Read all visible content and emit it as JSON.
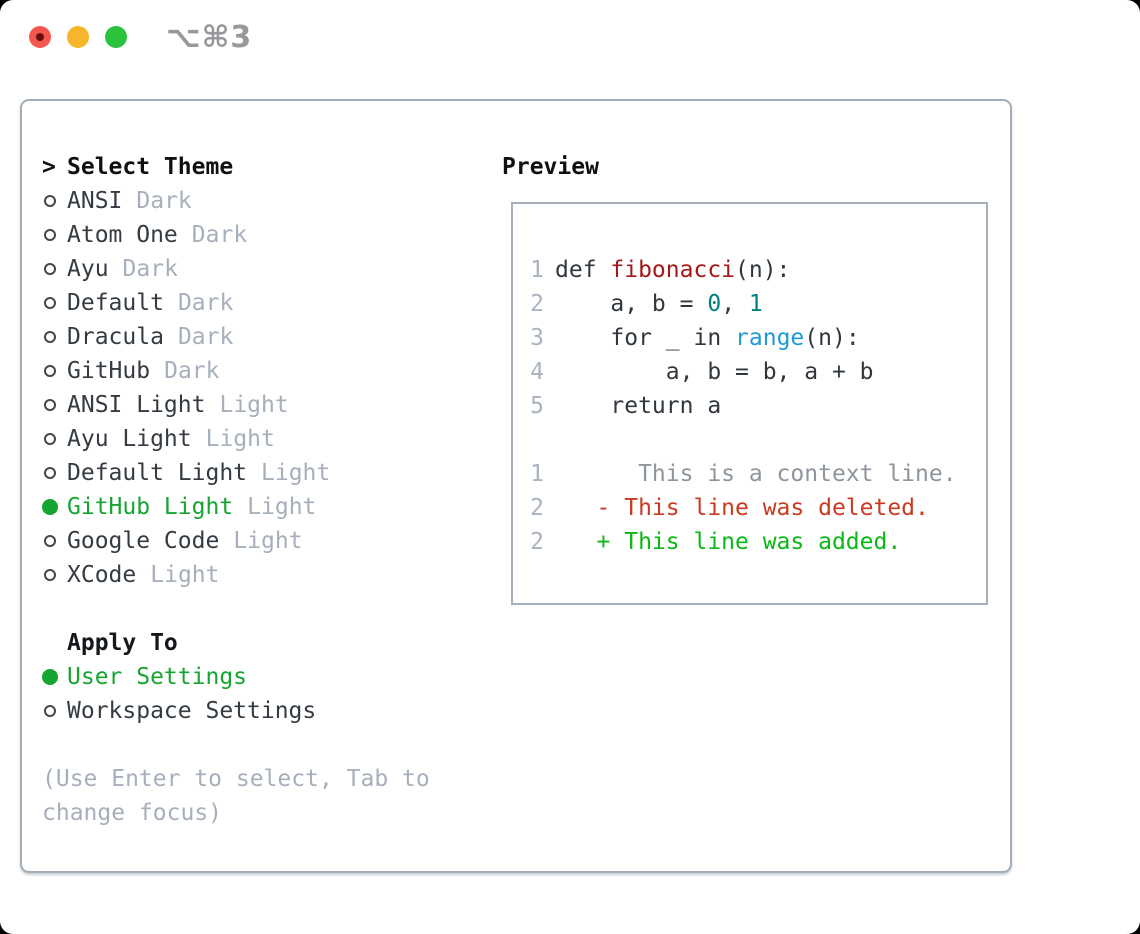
{
  "window": {
    "title": "⌥⌘3",
    "traffic_lights": {
      "close": "close",
      "minimize": "minimize",
      "zoom": "zoom"
    }
  },
  "theme_selector": {
    "prompt_marker": ">",
    "heading": "Select Theme",
    "themes": [
      {
        "name": "ANSI",
        "variant": "Dark",
        "selected": false
      },
      {
        "name": "Atom One",
        "variant": "Dark",
        "selected": false
      },
      {
        "name": "Ayu",
        "variant": "Dark",
        "selected": false
      },
      {
        "name": "Default",
        "variant": "Dark",
        "selected": false
      },
      {
        "name": "Dracula",
        "variant": "Dark",
        "selected": false
      },
      {
        "name": "GitHub",
        "variant": "Dark",
        "selected": false
      },
      {
        "name": "ANSI Light",
        "variant": "Light",
        "selected": false
      },
      {
        "name": "Ayu Light",
        "variant": "Light",
        "selected": false
      },
      {
        "name": "Default Light",
        "variant": "Light",
        "selected": false
      },
      {
        "name": "GitHub Light",
        "variant": "Light",
        "selected": true
      },
      {
        "name": "Google Code",
        "variant": "Light",
        "selected": false
      },
      {
        "name": "XCode",
        "variant": "Light",
        "selected": false
      }
    ]
  },
  "apply_to": {
    "heading": "Apply To",
    "options": [
      {
        "label": "User Settings",
        "selected": true
      },
      {
        "label": "Workspace Settings",
        "selected": false
      }
    ]
  },
  "help": {
    "lines": [
      "(Use Enter to select, Tab to",
      "change focus)"
    ]
  },
  "preview": {
    "heading": "Preview",
    "lines": [
      {
        "num": "1",
        "tokens": [
          {
            "t": "def ",
            "c": "keyword"
          },
          {
            "t": "fibonacci",
            "c": "title"
          },
          {
            "t": "(n):",
            "c": "plain"
          }
        ]
      },
      {
        "num": "2",
        "tokens": [
          {
            "t": "    a, b = ",
            "c": "plain"
          },
          {
            "t": "0",
            "c": "number"
          },
          {
            "t": ", ",
            "c": "plain"
          },
          {
            "t": "1",
            "c": "number"
          }
        ]
      },
      {
        "num": "3",
        "tokens": [
          {
            "t": "    ",
            "c": "plain"
          },
          {
            "t": "for",
            "c": "keyword"
          },
          {
            "t": " _ ",
            "c": "plain"
          },
          {
            "t": "in",
            "c": "keyword"
          },
          {
            "t": " ",
            "c": "plain"
          },
          {
            "t": "range",
            "c": "builtin"
          },
          {
            "t": "(n):",
            "c": "plain"
          }
        ]
      },
      {
        "num": "4",
        "tokens": [
          {
            "t": "        a, b = b, a + b",
            "c": "plain"
          }
        ]
      },
      {
        "num": "5",
        "tokens": [
          {
            "t": "    ",
            "c": "plain"
          },
          {
            "t": "return",
            "c": "keyword"
          },
          {
            "t": " a",
            "c": "plain"
          }
        ]
      },
      {
        "num": "",
        "tokens": []
      },
      {
        "num": "1",
        "tokens": [
          {
            "t": "      This is a context line.",
            "c": "context"
          }
        ]
      },
      {
        "num": "2",
        "tokens": [
          {
            "t": "   - This line was deleted.",
            "c": "deleted"
          }
        ]
      },
      {
        "num": "2",
        "tokens": [
          {
            "t": "   + This line was added.",
            "c": "added"
          }
        ]
      }
    ]
  },
  "colors": {
    "selected_green": "#16a432",
    "muted_gray": "#a6afbb",
    "text_dark": "#343b42",
    "heading_black": "#0e1114",
    "line_number_gray": "#a9b3bf",
    "code_title_red": "#a31919",
    "code_number_teal": "#008080",
    "code_builtin_blue": "#1f9ad2",
    "diff_context_gray": "#8d959d",
    "diff_deleted_red": "#c93a20",
    "diff_added_green": "#0bb815",
    "traffic_red": "#f4574e",
    "traffic_yellow": "#f7b52c",
    "traffic_green": "#2bc23e"
  }
}
